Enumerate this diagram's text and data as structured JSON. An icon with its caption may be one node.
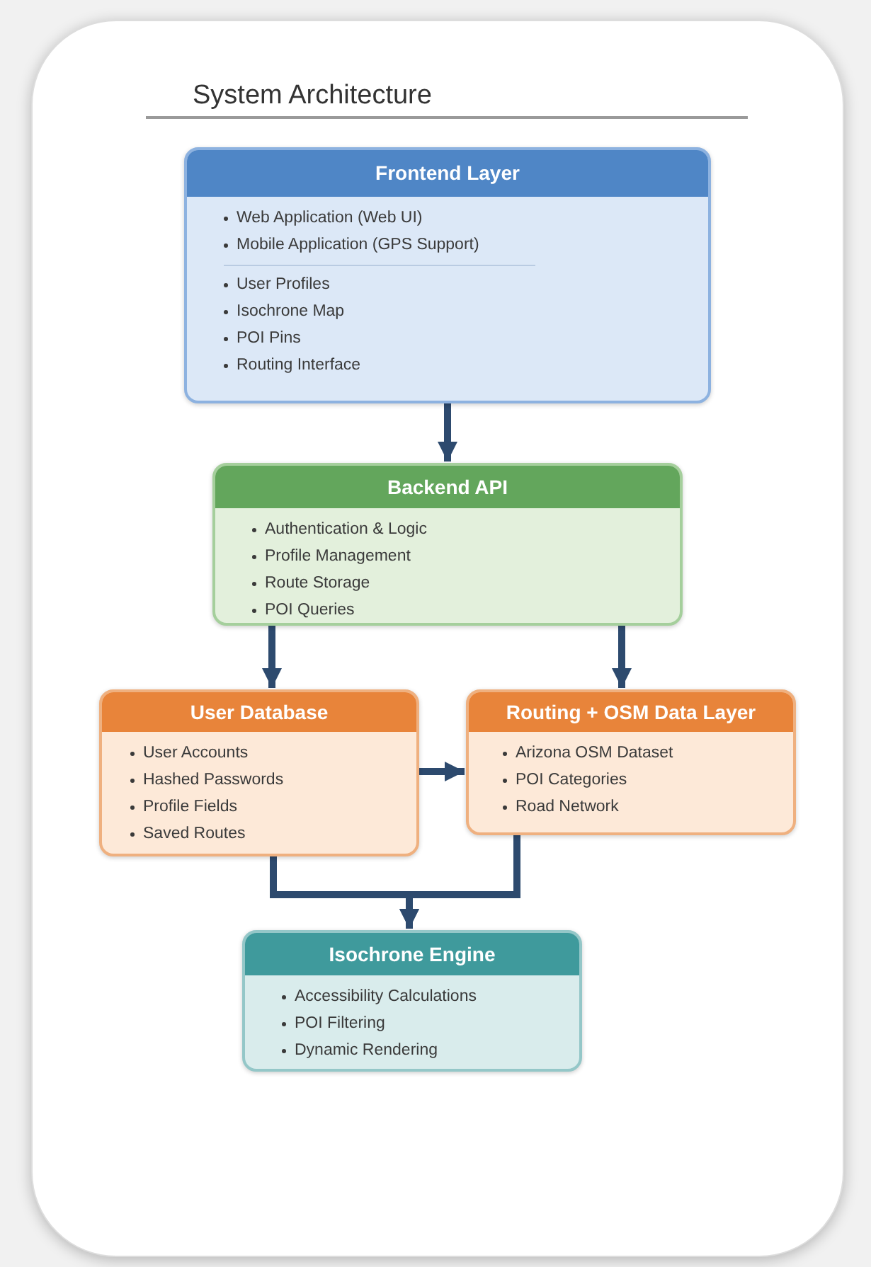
{
  "diagram": {
    "title": "System Architecture",
    "nodes": [
      {
        "text": [
          "Frontend Layer",
          "Web Application (Web UI)",
          "Mobile Application (GPS Support)",
          "User Profiles",
          "Isochrone Map",
          "POI Pins",
          "Routing Interface"
        ]
      },
      {
        "text": [
          "Backend API",
          "Authentication & Logic",
          "Profile Management",
          "Route Storage",
          "POI Queries"
        ]
      },
      {
        "text": [
          "User Database",
          "User Accounts",
          "Hashed Passwords",
          "Profile Fields",
          "Saved Routes"
        ]
      },
      {
        "text": [
          "Routing + OSM Data Layer",
          "Arizona OSM Dataset",
          "POI Categories",
          "Road Network"
        ]
      },
      {
        "text": [
          "Isochrone Engine",
          "Accessibility Calculations",
          "POI Filtering",
          "Dynamic Rendering"
        ]
      }
    ],
    "edges": [
      {
        "from": 0,
        "to": 1,
        "arrow": "to"
      },
      {
        "from": 1,
        "to": 2,
        "arrow": "to"
      },
      {
        "from": 1,
        "to": 3,
        "arrow": "to"
      },
      {
        "from": 2,
        "to": 3,
        "arrow": "to"
      },
      {
        "from": 2,
        "to": 4,
        "arrow": "to"
      },
      {
        "from": 3,
        "to": 4,
        "arrow": "to"
      }
    ]
  }
}
